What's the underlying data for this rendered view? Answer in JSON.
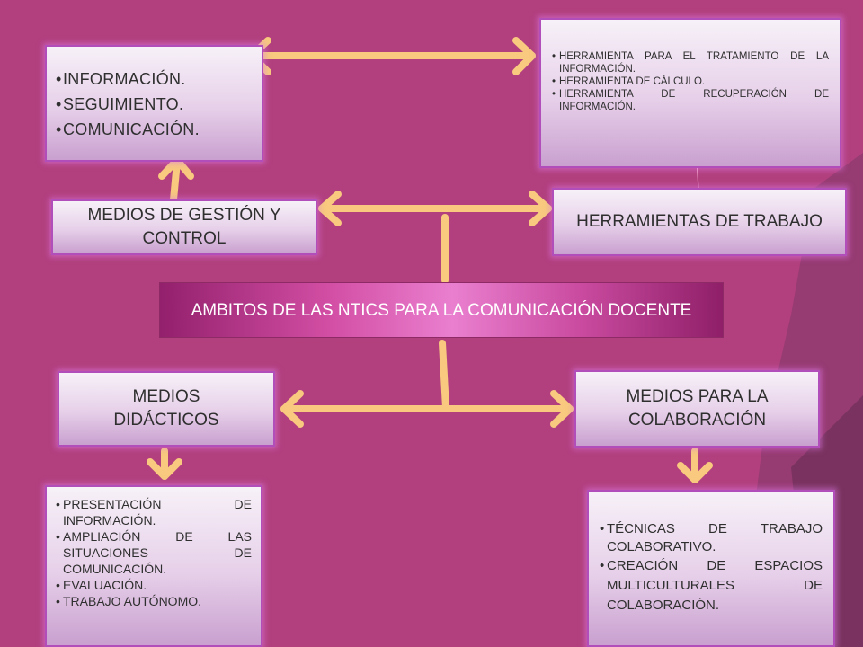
{
  "diagram": {
    "central": {
      "label": "AMBITOS DE LAS NTICS PARA LA COMUNICACIÓN DOCENTE"
    },
    "gestion": {
      "label": "MEDIOS DE GESTIÓN Y CONTROL"
    },
    "herramientas": {
      "label": "HERRAMIENTAS DE TRABAJO"
    },
    "didacticos": {
      "label": "MEDIOS DIDÁCTICOS"
    },
    "colaboracion": {
      "label": "MEDIOS PARA LA COLABORACIÓN"
    },
    "info_list": {
      "items": [
        "INFORMACIÓN.",
        "SEGUIMIENTO.",
        "COMUNICACIÓN."
      ]
    },
    "tools_list": {
      "items": [
        "HERRAMIENTA PARA EL TRATAMIENTO DE LA INFORMACIÓN.",
        "HERRAMIENTA DE CÁLCULO.",
        "HERRAMIENTA DE RECUPERACIÓN DE INFORMACIÓN."
      ]
    },
    "didactic_list": {
      "items": [
        "PRESENTACIÓN DE INFORMACIÓN.",
        "AMPLIACIÓN DE LAS SITUACIONES DE COMUNICACIÓN.",
        "EVALUACIÓN.",
        "TRABAJO AUTÓNOMO."
      ]
    },
    "collab_list": {
      "items": [
        "TÉCNICAS DE TRABAJO COLABORATIVO.",
        "CREACIÓN DE ESPACIOS MULTICULTURALES DE COLABORACIÓN."
      ]
    }
  },
  "colors": {
    "background": "#b2407f",
    "arrow": "#f8c97e",
    "box_border": "#b14eb9"
  }
}
